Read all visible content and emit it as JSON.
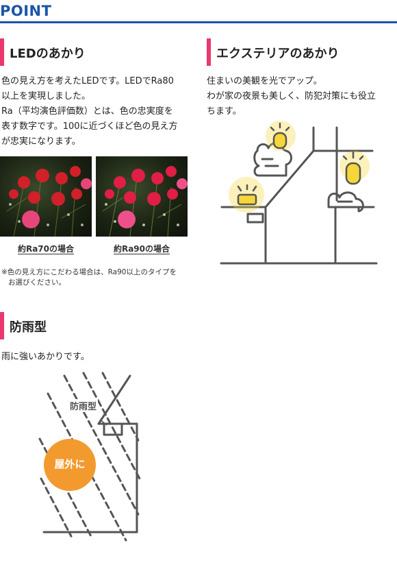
{
  "header": {
    "title": "POINT"
  },
  "led": {
    "title": "LEDのあかり",
    "lines": [
      "色の見え方を考えたLEDです。LEDでRa80",
      "以上を実現しました。",
      "Ra（平均演色評価数）とは、色の忠実度を",
      "表す数字です。100に近づくほど色の見え方",
      "が忠実になります。"
    ],
    "photos": [
      {
        "caption": "約Ra70の場合"
      },
      {
        "caption": "約Ra90の場合"
      }
    ],
    "note_lines": [
      "※色の見え方にこだわる場合は、Ra90以上のタイプを",
      "お選びください。"
    ]
  },
  "exterior": {
    "title": "エクステリアのあかり",
    "lines": [
      "住まいの美観を光でアップ。",
      "わが家の夜景も美しく、防犯対策にも役立",
      "ちます。"
    ]
  },
  "rain": {
    "title": "防雨型",
    "line": "雨に強いあかりです。",
    "label": "防雨型",
    "badge": "屋外に"
  },
  "colors": {
    "brand_blue": "#1a56a8",
    "accent_pink": "#e8386d",
    "lamp_yellow": "#f7d63a",
    "badge_orange": "#f39a2e",
    "line_gray": "#555555"
  }
}
